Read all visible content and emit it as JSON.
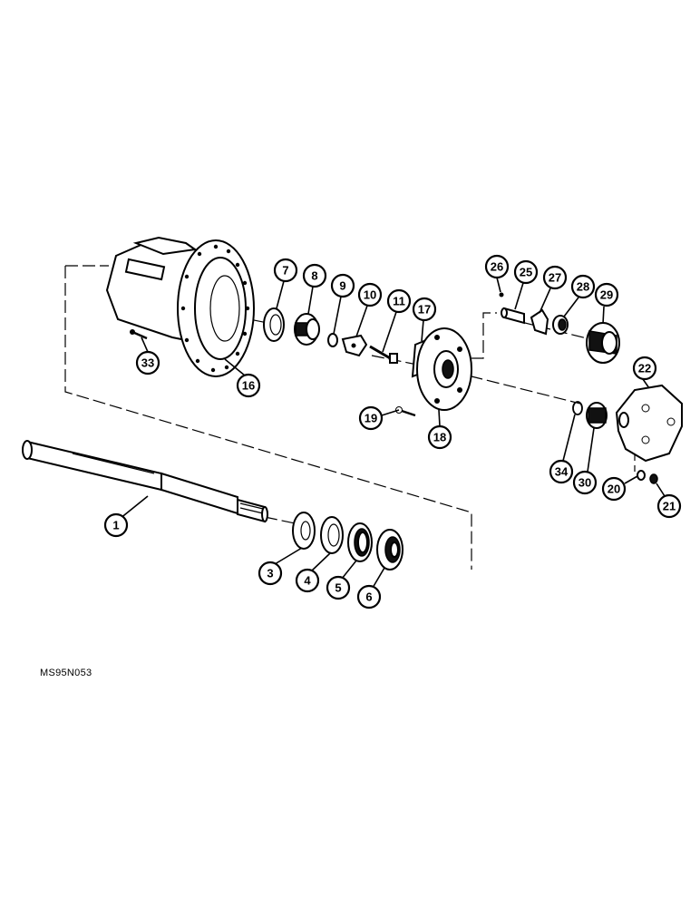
{
  "figure_code": "MS95N053",
  "callouts": [
    {
      "id": "c1",
      "label": "1"
    },
    {
      "id": "c3",
      "label": "3"
    },
    {
      "id": "c4",
      "label": "4"
    },
    {
      "id": "c5",
      "label": "5"
    },
    {
      "id": "c6",
      "label": "6"
    },
    {
      "id": "c7",
      "label": "7"
    },
    {
      "id": "c8",
      "label": "8"
    },
    {
      "id": "c9",
      "label": "9"
    },
    {
      "id": "c10",
      "label": "10"
    },
    {
      "id": "c11",
      "label": "11"
    },
    {
      "id": "c16",
      "label": "16"
    },
    {
      "id": "c17",
      "label": "17"
    },
    {
      "id": "c18",
      "label": "18"
    },
    {
      "id": "c19",
      "label": "19"
    },
    {
      "id": "c20",
      "label": "20"
    },
    {
      "id": "c21",
      "label": "21"
    },
    {
      "id": "c22",
      "label": "22"
    },
    {
      "id": "c25",
      "label": "25"
    },
    {
      "id": "c26",
      "label": "26"
    },
    {
      "id": "c27",
      "label": "27"
    },
    {
      "id": "c28",
      "label": "28"
    },
    {
      "id": "c29",
      "label": "29"
    },
    {
      "id": "c30",
      "label": "30"
    },
    {
      "id": "c33",
      "label": "33"
    },
    {
      "id": "c34",
      "label": "34"
    }
  ]
}
